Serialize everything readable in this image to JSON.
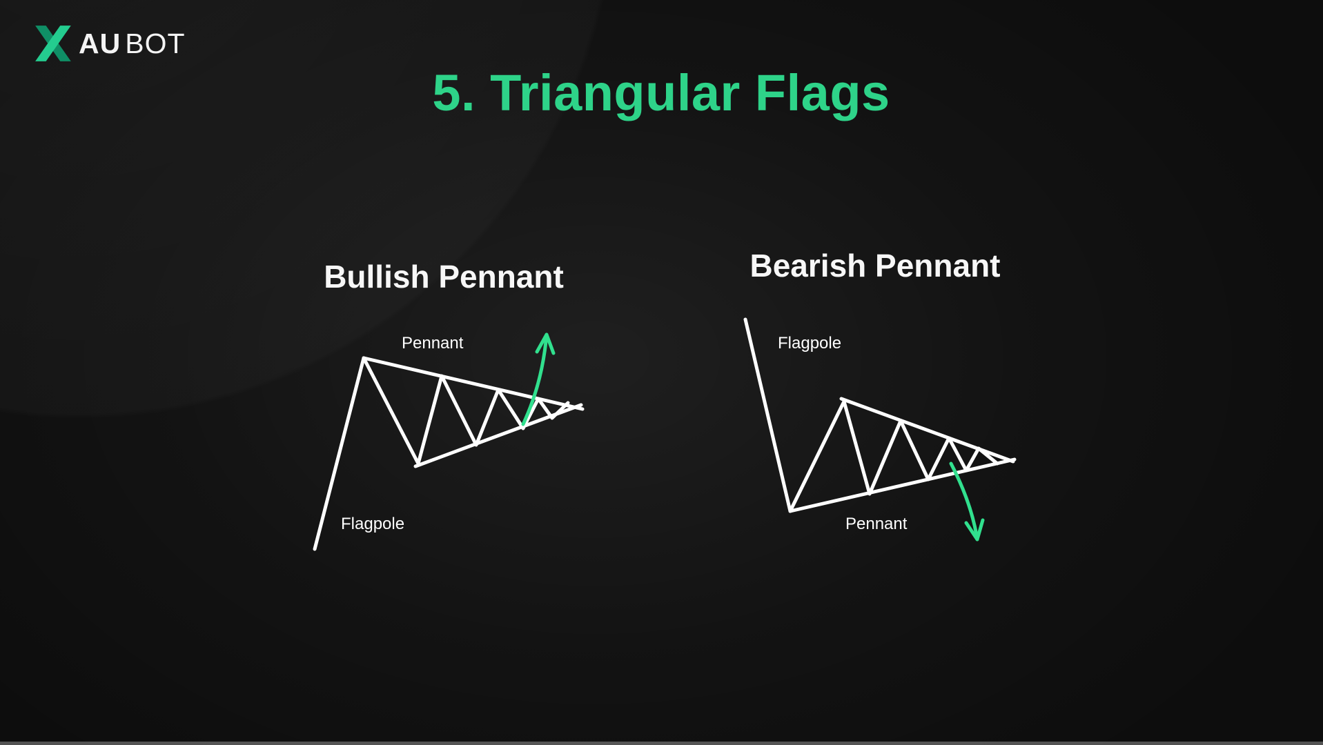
{
  "title": "5. Triangular Flags",
  "logo": {
    "text_au": "AU",
    "text_bot": "BOT"
  },
  "colors": {
    "background": "#0d0d0d",
    "accent_green": "#2ed389",
    "arrow_green": "#31e08e",
    "line_white": "#ffffff",
    "logo_teal_dark": "#0f8f66",
    "logo_teal_light": "#24cc8f"
  },
  "diagrams": {
    "bullish": {
      "heading": "Bullish Pennant",
      "pennant_label": "Pennant",
      "flagpole_label": "Flagpole",
      "breakout_direction": "up"
    },
    "bearish": {
      "heading": "Bearish Pennant",
      "flagpole_label": "Flagpole",
      "pennant_label": "Pennant",
      "breakout_direction": "down"
    }
  }
}
